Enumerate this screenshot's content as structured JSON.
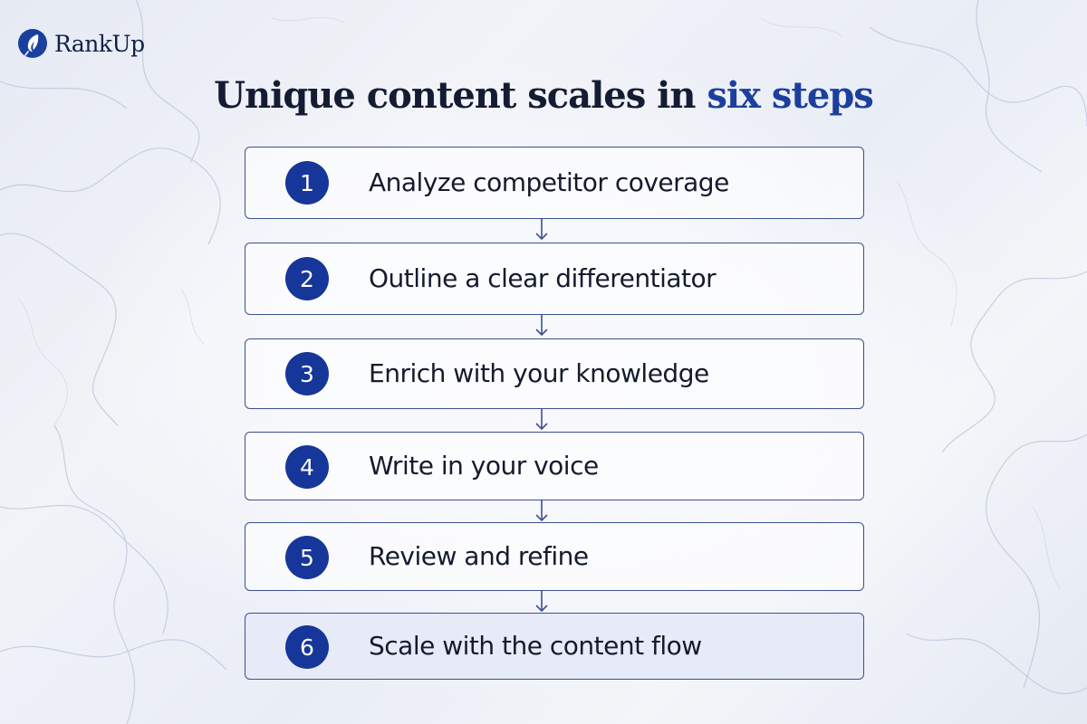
{
  "brand": {
    "name": "RankUp",
    "accent_color": "#1a3f9e"
  },
  "title": {
    "main": "Unique content scales in",
    "accent": "six steps"
  },
  "steps": [
    {
      "number": "1",
      "label": "Analyze competitor coverage"
    },
    {
      "number": "2",
      "label": "Outline a clear differentiator"
    },
    {
      "number": "3",
      "label": "Enrich with your knowledge"
    },
    {
      "number": "4",
      "label": "Write in your voice"
    },
    {
      "number": "5",
      "label": "Review and refine"
    },
    {
      "number": "6",
      "label": "Scale with the content flow",
      "highlighted": true
    }
  ],
  "colors": {
    "badge": "#17369a",
    "border": "#3d4f8f",
    "highlight_fill": "#e7ebf8",
    "text": "#151b2e"
  },
  "icons": {
    "logo": "quill-logo-icon",
    "connector": "arrow-down-icon"
  }
}
